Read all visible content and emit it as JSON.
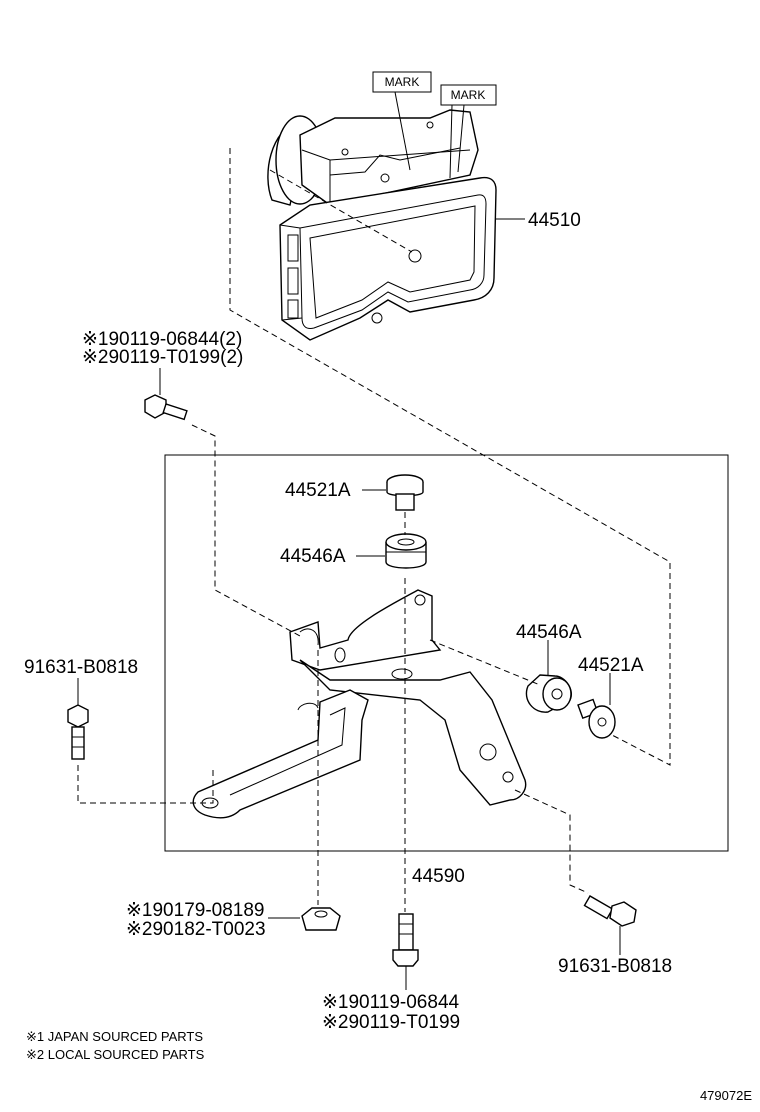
{
  "diagram": {
    "marks": [
      "MARK",
      "MARK"
    ],
    "parts": {
      "actuator": "44510",
      "bracket": "44590",
      "cushion_top": "44521A",
      "grommet_top": "44546A",
      "grommet_right": "44546A",
      "cushion_right": "44521A",
      "bolt_left": "91631-B0818",
      "bolt_right": "91631-B0818",
      "bolt_top_1": "※190119-06844(2)",
      "bolt_top_2": "※290119-T0199(2)",
      "nut_1": "※190179-08189",
      "nut_2": "※290182-T0023",
      "bolt_bottom_1": "※190119-06844",
      "bolt_bottom_2": "※290119-T0199"
    },
    "notes": [
      "※1 JAPAN SOURCED PARTS",
      "※2 LOCAL SOURCED PARTS"
    ],
    "figure_id": "479072E"
  }
}
